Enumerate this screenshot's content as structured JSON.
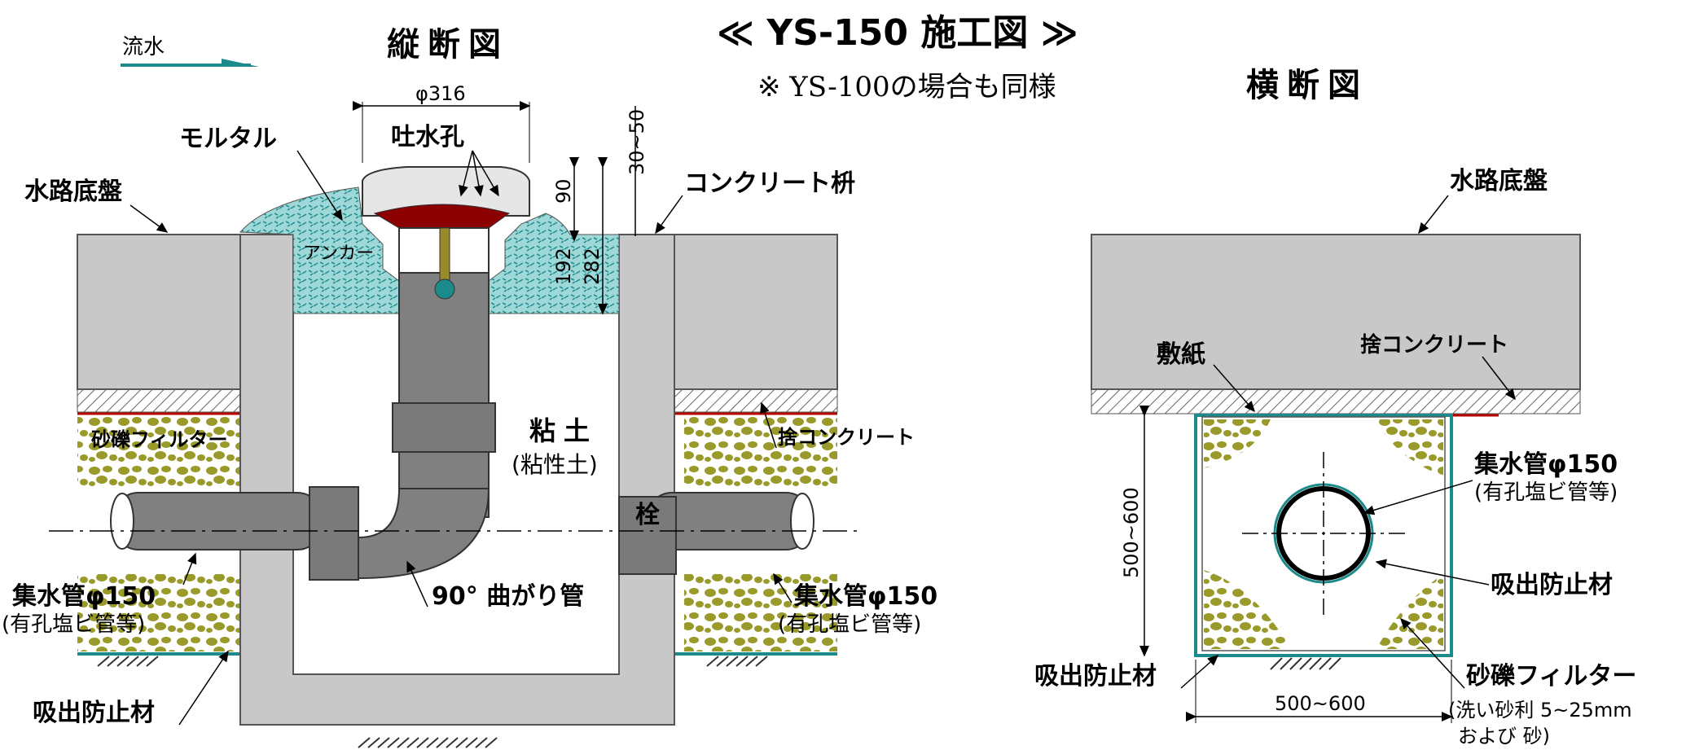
{
  "title": "≪ YS-150 施工図 ≫",
  "subtitle": "※ YS-100の場合も同様",
  "flow_label": "流水",
  "long_section": {
    "heading": "縦断図",
    "labels": {
      "mortar": "モルタル",
      "outlet_holes": "吐水孔",
      "channel_bed_left": "水路底盤",
      "anchor": "アンカー",
      "concrete_pit": "コンクリート枡",
      "gravel_filter": "砂礫フィルター",
      "clay": "粘土",
      "clay_sub": "(粘性土)",
      "plug": "栓",
      "blind_concrete": "捨コンクリート",
      "collector_left": "集水管φ150",
      "collector_left_sub": "(有孔塩ビ管等)",
      "collector_right": "集水管φ150",
      "collector_right_sub": "(有孔塩ビ管等)",
      "elbow": "90° 曲がり管",
      "suction_preventer": "吸出防止材"
    },
    "dims": {
      "diameter": "φ316",
      "d90": "90",
      "d192": "192",
      "d282": "282",
      "d30_50": "30~50"
    }
  },
  "cross_section": {
    "heading": "横断図",
    "labels": {
      "channel_bed": "水路底盤",
      "paper": "敷紙",
      "blind_concrete": "捨コンクリート",
      "collector": "集水管φ150",
      "collector_sub": "(有孔塩ビ管等)",
      "suction_preventer_right": "吸出防止材",
      "suction_preventer_left": "吸出防止材",
      "gravel_filter": "砂礫フィルター",
      "gravel_note1": "(洗い砂利 5~25mm",
      "gravel_note2": "および 砂)"
    },
    "dims": {
      "height": "500~600",
      "width": "500~600"
    }
  },
  "colors": {
    "concrete": "#c8c8c8",
    "mortar": "#2aa0a0",
    "pipe": "#808080",
    "cap_red": "#8b0000",
    "gravel": "#9a9a2a",
    "teal": "#1a8a8a"
  }
}
